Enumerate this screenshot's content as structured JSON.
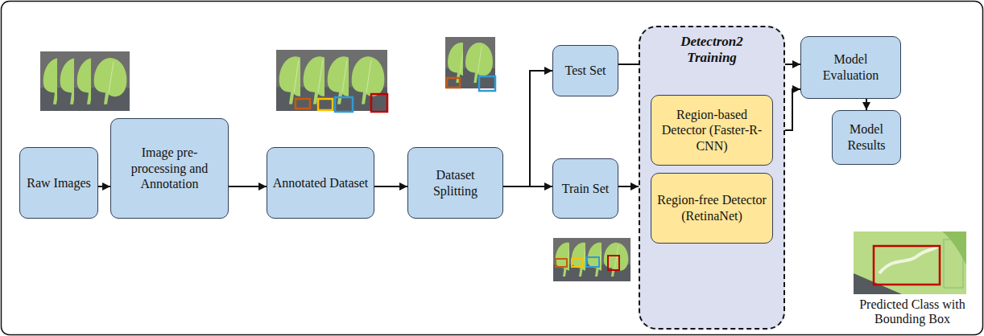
{
  "diagram": {
    "nodes": [
      {
        "text": [
          "Raw Images"
        ]
      },
      {
        "text": [
          "Image pre-processing and Annotation"
        ]
      },
      {
        "text": [
          "Annotated Dataset"
        ]
      },
      {
        "text": [
          "Dataset Splitting"
        ]
      },
      {
        "text": [
          "Test Set"
        ]
      },
      {
        "text": [
          "Train Set"
        ]
      },
      {
        "text": [
          "Detectron2 Training"
        ]
      },
      {
        "text": [
          "Region-based Detector (Faster-R-CNN)"
        ],
        "in": 6
      },
      {
        "text": [
          "Region-free Detector (RetinaNet)"
        ],
        "in": 6
      },
      {
        "text": [
          "Model Evaluation"
        ]
      },
      {
        "text": [
          "Model Results"
        ]
      }
    ],
    "edges": [
      {
        "from": 0,
        "to": 1,
        "arrow": "to"
      },
      {
        "from": 1,
        "to": 2,
        "arrow": "to"
      },
      {
        "from": 2,
        "to": 3,
        "arrow": "to"
      },
      {
        "from": 3,
        "to": 4,
        "arrow": "to"
      },
      {
        "from": 3,
        "to": 5,
        "arrow": "to"
      },
      {
        "from": 5,
        "to": 6,
        "arrow": "to"
      },
      {
        "from": 4,
        "to": 9,
        "arrow": "to"
      },
      {
        "from": 6,
        "to": 9,
        "arrow": "to"
      },
      {
        "from": 9,
        "to": 10,
        "arrow": "to"
      }
    ],
    "labels": [
      "Predicted Class with Bounding Box"
    ]
  }
}
